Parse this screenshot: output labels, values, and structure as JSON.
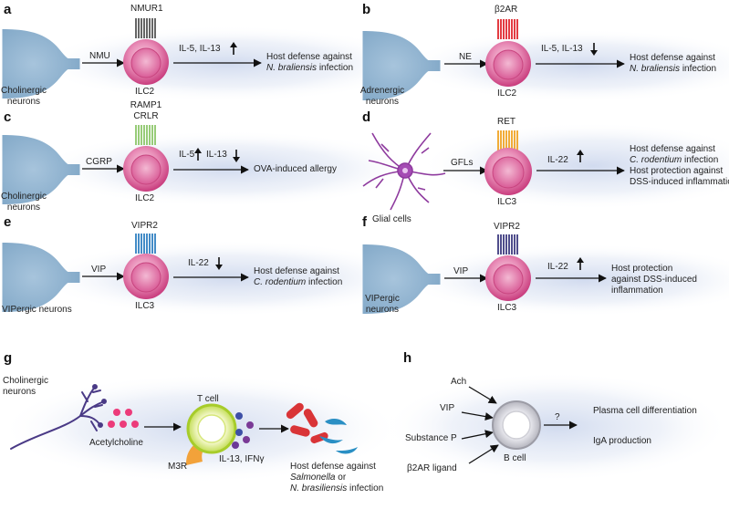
{
  "colors": {
    "neuron": "#8fb3cf",
    "neuron_edge": "#6f97b8",
    "glow": "#d6dff0",
    "cell_outer": "#d64a8c",
    "cell_inner": "#f6c9dd",
    "arrow": "#111111"
  },
  "panels": {
    "a": {
      "letter": "a",
      "neuron_label": [
        "Cholinergic",
        "neurons"
      ],
      "mediator": "NMU",
      "receptor": "NMUR1",
      "receptor_color": "#555555",
      "cell": "ILC2",
      "cytokines": "IL-5, IL-13",
      "arrow_dir": "up",
      "outcome": [
        "Host defense against",
        "infection"
      ],
      "outcome_italic": "N. braliensis"
    },
    "b": {
      "letter": "b",
      "neuron_label": [
        "Adrenergic",
        "neurons"
      ],
      "mediator": "NE",
      "receptor": "β2AR",
      "receptor_color": "#e0262e",
      "cell": "ILC2",
      "cytokines": "IL-5, IL-13",
      "arrow_dir": "down",
      "outcome": [
        "Host defense against",
        "infection"
      ],
      "outcome_italic": "N. braliensis"
    },
    "c": {
      "letter": "c",
      "neuron_label": [
        "Cholinergic",
        "neurons"
      ],
      "mediator": "CGRP",
      "receptor": [
        "RAMP1",
        "CRLR"
      ],
      "receptor_color": "#8cc76a",
      "cell": "ILC2",
      "cytokines_a": "IL-5",
      "cytokines_b": "IL-13",
      "outcome": "OVA-induced allergy"
    },
    "d": {
      "letter": "d",
      "glial_label": "Glial cells",
      "mediator": "GFLs",
      "receptor": "RET",
      "receptor_color": "#f0a322",
      "cell": "ILC3",
      "cytokines": "IL-22",
      "arrow_dir": "up",
      "outcome_l1": "Host defense against",
      "outcome_italic": "C. rodentium",
      "outcome_l2_rest": " infection",
      "outcome_l3": "Host protection against",
      "outcome_l4": "DSS-induced inflammation"
    },
    "e": {
      "letter": "e",
      "neuron_label": "VIPergic",
      "neuron_label2": "neurons",
      "mediator": "VIP",
      "receptor": "VIPR2",
      "receptor_color": "#2f7fc1",
      "cell": "ILC3",
      "cytokines": "IL-22",
      "arrow_dir": "down",
      "outcome_l1": "Host defense against",
      "outcome_italic": "C. rodentium",
      "outcome_l2_rest": " infection"
    },
    "f": {
      "letter": "f",
      "neuron_label": "VIPergic",
      "neuron_label2": "neurons",
      "mediator": "VIP",
      "receptor": "VIPR2",
      "receptor_color": "#3d3a80",
      "cell": "ILC3",
      "cytokines": "IL-22",
      "arrow_dir": "up",
      "outcome": [
        "Host protection",
        "against DSS-induced",
        "inflammation"
      ]
    },
    "g": {
      "letter": "g",
      "neuron_label": [
        "Cholinergic",
        "neurons"
      ],
      "ligand": "Acetylcholine",
      "cell": "T cell",
      "receptor": "M3R",
      "cytokines": "IL-13, IFNγ",
      "outcome_l1": "Host defense against",
      "outcome_italic_1": "Salmonella",
      "outcome_l2_rest": " or",
      "outcome_italic_2": "N. brasiliensis",
      "outcome_l3_rest": " infection"
    },
    "h": {
      "letter": "h",
      "inputs": [
        "Ach",
        "VIP",
        "Substance P",
        "β2AR ligand"
      ],
      "cell": "B cell",
      "unknown": "?",
      "outcomes": [
        "Plasma cell differentiation",
        "IgA production"
      ]
    }
  }
}
